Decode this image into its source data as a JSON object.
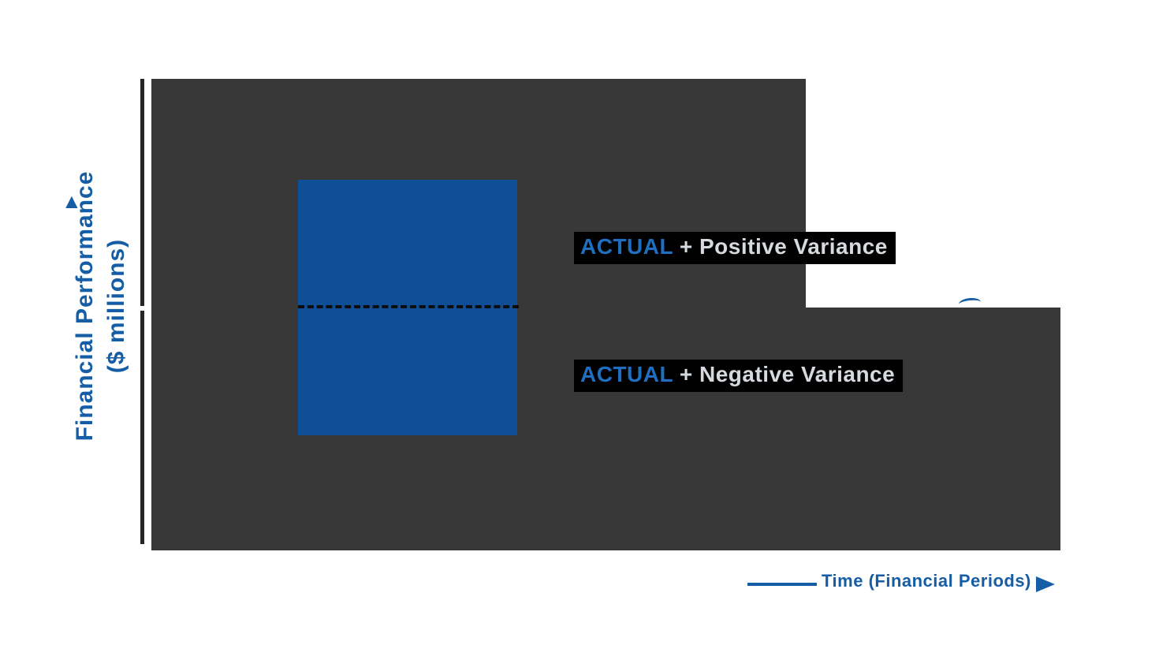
{
  "diagram": {
    "positive_label": {
      "actual": "ACTUAL",
      "rest": " + Positive Variance"
    },
    "negative_label": {
      "actual": "ACTUAL",
      "rest": " + Negative Variance"
    },
    "y_axis": {
      "label_line1": "Financial Performance",
      "label_line2": "($ millions)",
      "up_arrow": "▲"
    },
    "x_axis": {
      "label": "Time (Financial Periods)"
    }
  },
  "colors": {
    "dark_region": "#383838",
    "actual_box_blue": "#0F4F97",
    "accent_blue": "#155DA4",
    "actual_text_blue": "#1E6FC0",
    "label_highlight": "#000000",
    "label_text": "#D6DADF",
    "axis_line": "#262626"
  }
}
